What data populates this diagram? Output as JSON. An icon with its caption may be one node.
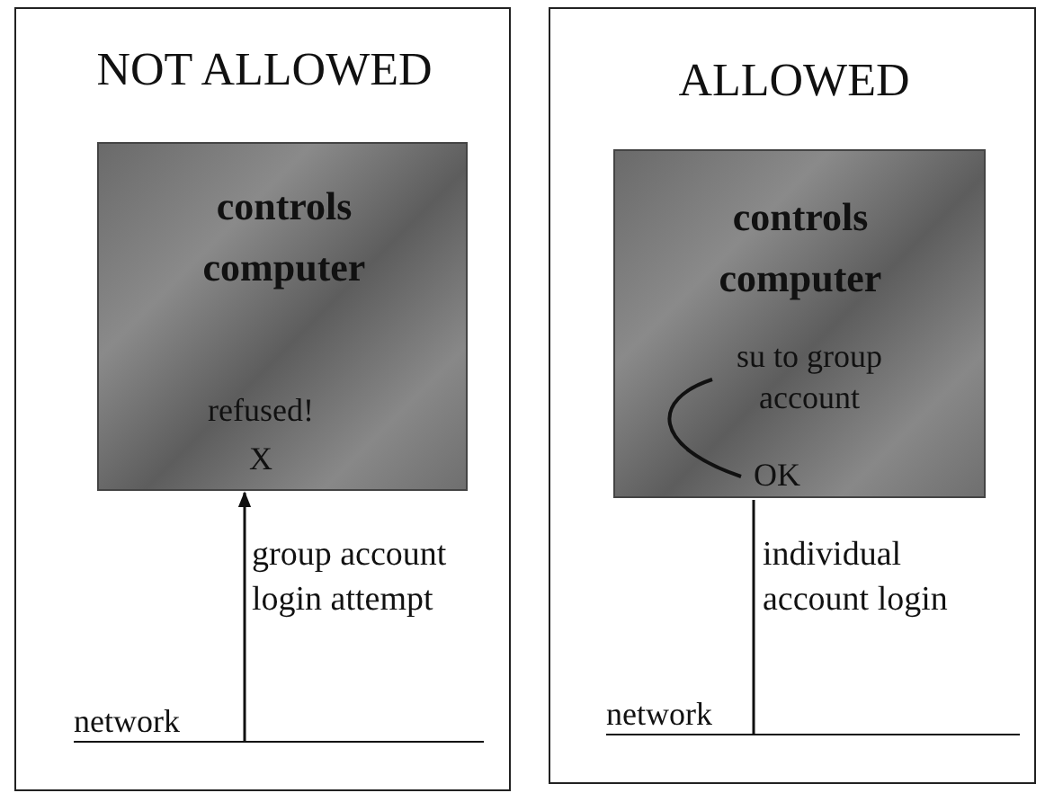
{
  "diagram": {
    "nodes": [
      {
        "text": [
          "NOT ALLOWED"
        ]
      },
      {
        "text": [
          "controls computer",
          "refused!",
          "X"
        ],
        "in": 0
      },
      {
        "text": [
          "network"
        ],
        "in": 0
      },
      {
        "text": [
          "ALLOWED"
        ]
      },
      {
        "text": [
          "controls computer",
          "su to group account",
          "OK"
        ],
        "in": 3
      },
      {
        "text": [
          "network"
        ],
        "in": 3
      }
    ],
    "edges": [
      {
        "from": 2,
        "to": 1,
        "arrow": "to",
        "label": "group account login attempt"
      },
      {
        "from": 5,
        "to": 4,
        "arrow": "none",
        "label": "individual account login"
      }
    ]
  }
}
